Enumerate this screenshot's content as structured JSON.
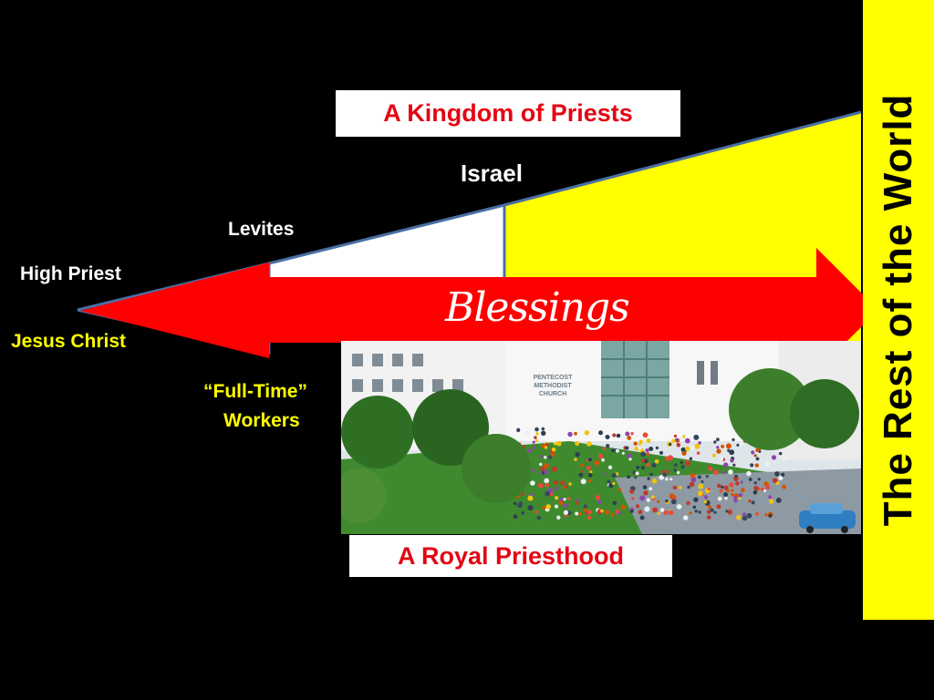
{
  "colors": {
    "background": "#000000",
    "yellow": "#ffff00",
    "red": "#ff0000",
    "white": "#ffffff",
    "outline": "#4a6fa5",
    "label_red": "#e30613"
  },
  "labels": {
    "kingdom_of_priests": "A Kingdom of Priests",
    "israel": "Israel",
    "levites": "Levites",
    "high_priest": "High Priest",
    "jesus_christ": "Jesus Christ",
    "full_time_line1": "“Full-Time”",
    "full_time_line2": "Workers",
    "blessings": "Blessings",
    "royal_priesthood": "A Royal Priesthood",
    "rest_of_world": "The Rest of the World"
  },
  "photo": {
    "sign_line1": "PENTECOST",
    "sign_line2": "METHODIST",
    "sign_line3": "CHURCH"
  }
}
